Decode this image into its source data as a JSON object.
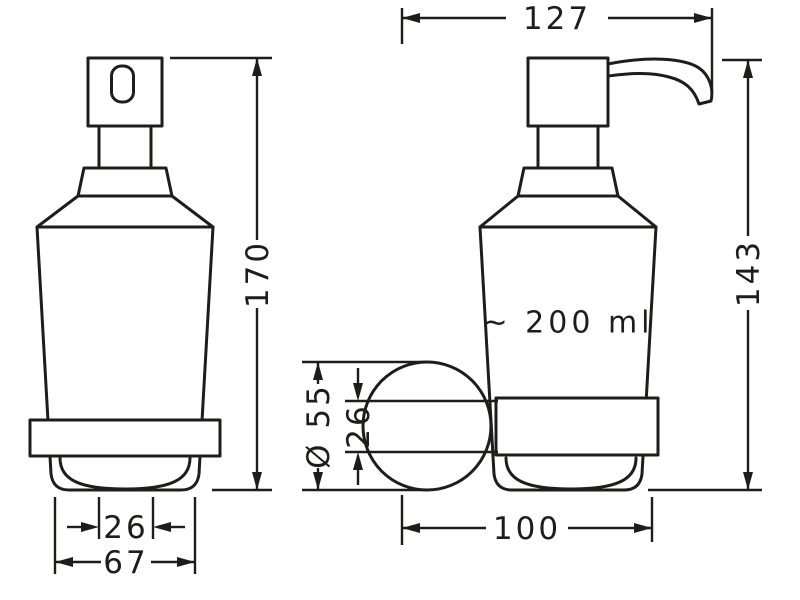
{
  "colors": {
    "line": "#1d1d1b",
    "background": "#ffffff"
  },
  "front_view": {
    "height_label": "170",
    "inner_width_label": "26",
    "width_label": "67"
  },
  "side_view": {
    "depth_label": "127",
    "height_label": "143",
    "capacity_label": "~ 200 ml",
    "plate_diameter_label": "Ø 55",
    "bracket_height_label": "26",
    "wall_to_front_label": "100"
  }
}
